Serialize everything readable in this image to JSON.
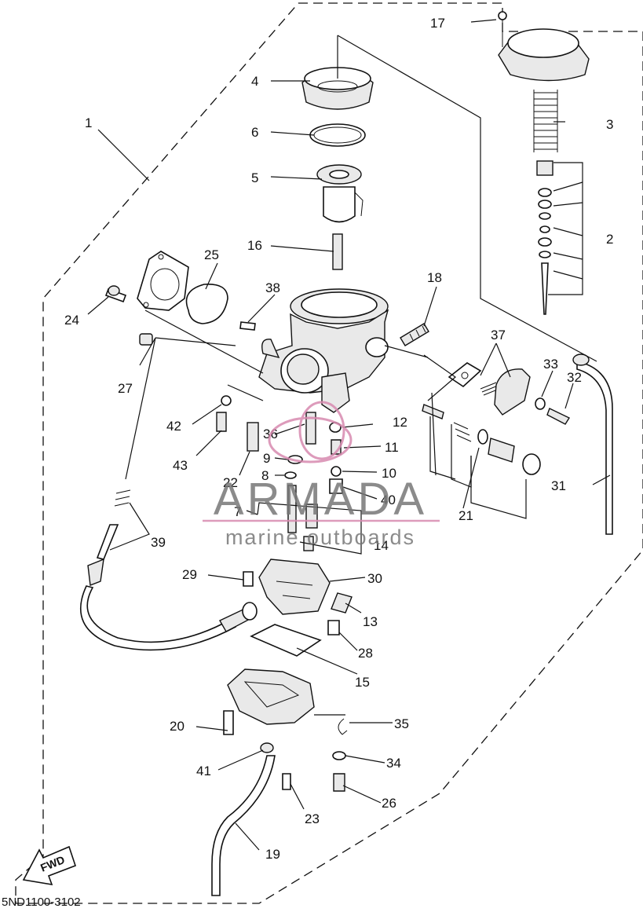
{
  "diagram": {
    "code": "5ND1100-3102",
    "fwd_label": "FWD",
    "part_numbers": [
      "1",
      "2",
      "3",
      "4",
      "5",
      "6",
      "7",
      "8",
      "9",
      "10",
      "11",
      "12",
      "13",
      "14",
      "15",
      "16",
      "17",
      "18",
      "19",
      "20",
      "21",
      "22",
      "23",
      "24",
      "25",
      "26",
      "27",
      "28",
      "29",
      "30",
      "31",
      "32",
      "33",
      "34",
      "35",
      "36",
      "37",
      "38",
      "39",
      "40",
      "41",
      "42",
      "43"
    ]
  },
  "watermark": {
    "brand": "ARMADA",
    "tagline": "marine outboards",
    "accent_color": "#d88ab0"
  }
}
